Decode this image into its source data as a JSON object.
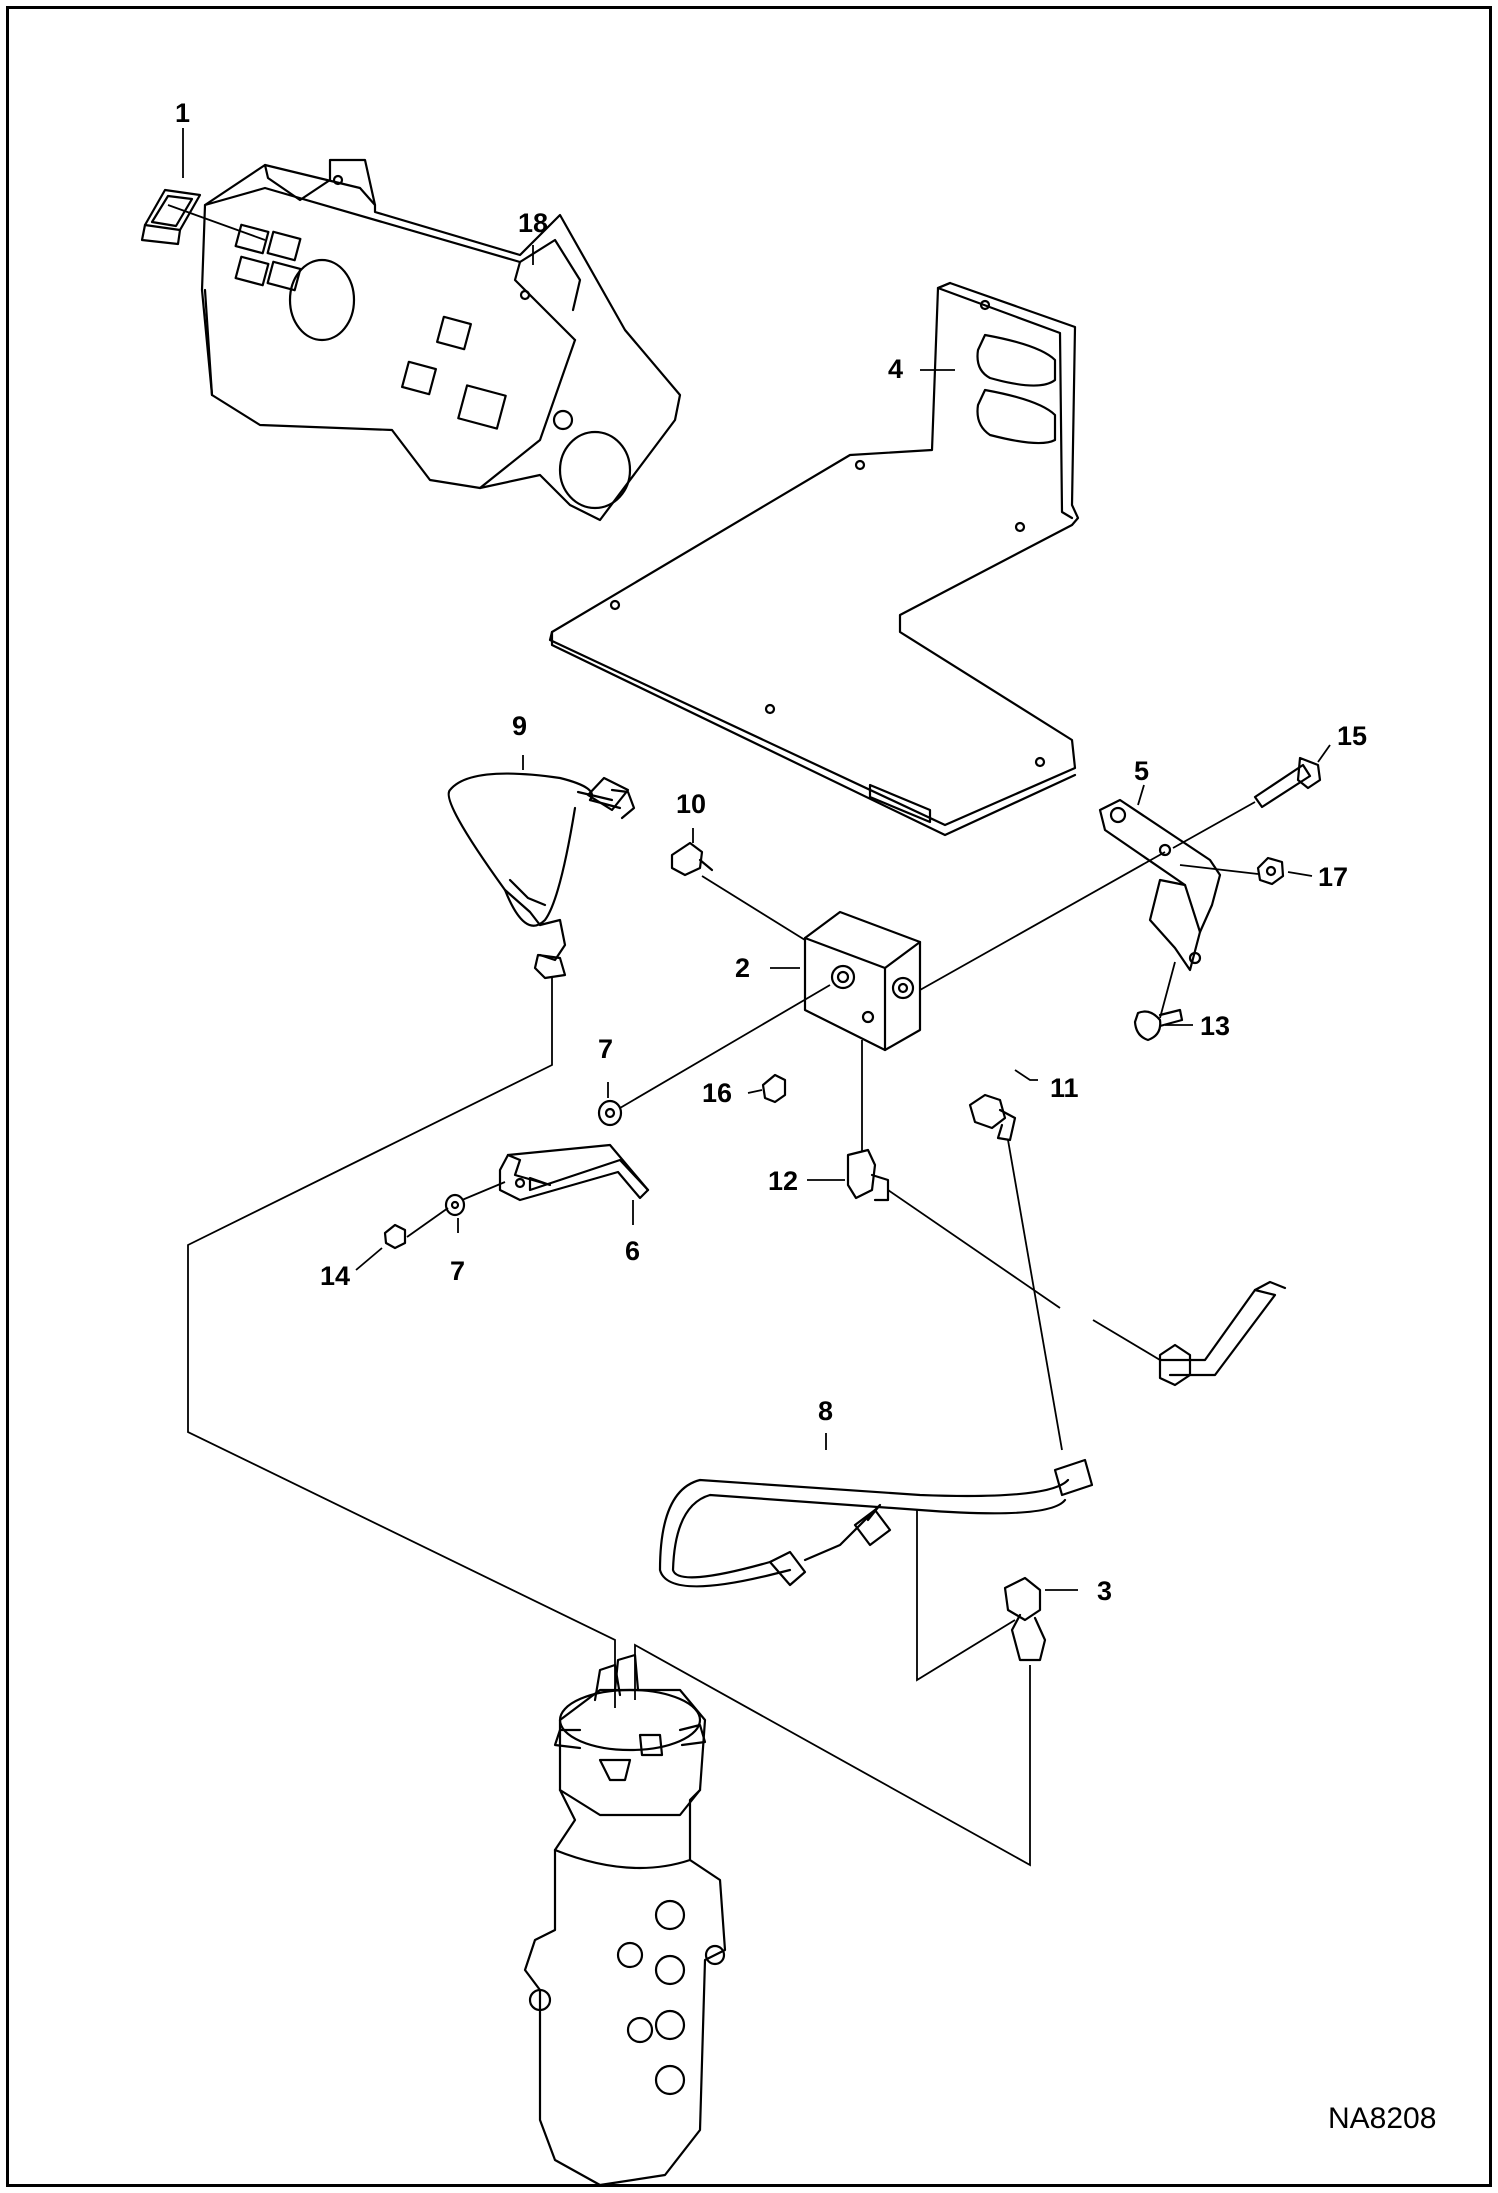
{
  "diagram": {
    "figure_number": "NA8208",
    "callouts": [
      {
        "id": "c1",
        "label": "1"
      },
      {
        "id": "c2",
        "label": "2"
      },
      {
        "id": "c3",
        "label": "3"
      },
      {
        "id": "c4",
        "label": "4"
      },
      {
        "id": "c5",
        "label": "5"
      },
      {
        "id": "c6",
        "label": "6"
      },
      {
        "id": "c7a",
        "label": "7"
      },
      {
        "id": "c7b",
        "label": "7"
      },
      {
        "id": "c8",
        "label": "8"
      },
      {
        "id": "c9",
        "label": "9"
      },
      {
        "id": "c10",
        "label": "10"
      },
      {
        "id": "c11",
        "label": "11"
      },
      {
        "id": "c12",
        "label": "12"
      },
      {
        "id": "c13",
        "label": "13"
      },
      {
        "id": "c14",
        "label": "14"
      },
      {
        "id": "c15",
        "label": "15"
      },
      {
        "id": "c16",
        "label": "16"
      },
      {
        "id": "c17",
        "label": "17"
      },
      {
        "id": "c18",
        "label": "18"
      }
    ]
  }
}
